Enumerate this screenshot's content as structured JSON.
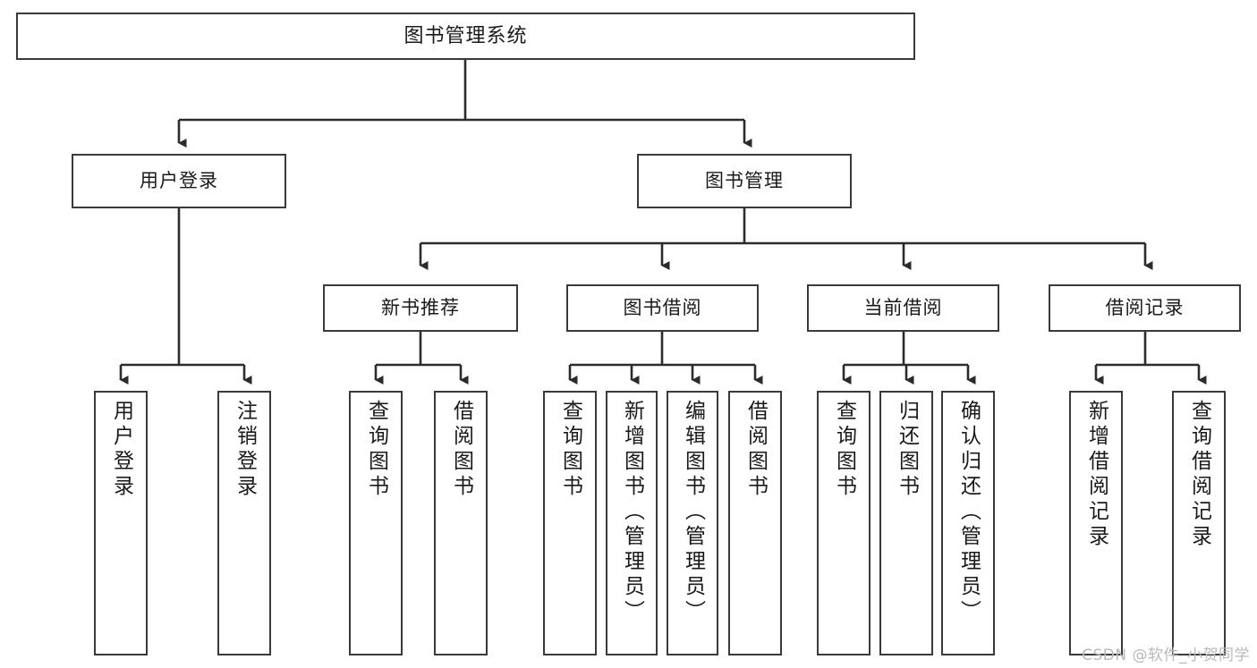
{
  "diagram": {
    "title": "图书管理系统",
    "type": "hierarchy-tree",
    "watermark": "CSDN @软件_小贺同学",
    "colors": {
      "box_border": "#3a3a3a",
      "box_fill": "#ffffff",
      "connector": "#2b2b2b",
      "text": "#1a1a1a",
      "watermark": "#b9b9b9"
    },
    "levels": {
      "level1": [
        {
          "id": "root",
          "label": "图书管理系统"
        }
      ],
      "level2": [
        {
          "id": "user-login",
          "label": "用户登录"
        },
        {
          "id": "book-management",
          "label": "图书管理"
        }
      ],
      "level3": [
        {
          "id": "new-book-recommend",
          "label": "新书推荐"
        },
        {
          "id": "book-borrow",
          "label": "图书借阅"
        },
        {
          "id": "current-borrow",
          "label": "当前借阅"
        },
        {
          "id": "borrow-record",
          "label": "借阅记录"
        }
      ],
      "level4": [
        {
          "id": "leaf-user-login",
          "label": "用户登录",
          "parent": "user-login"
        },
        {
          "id": "leaf-logout",
          "label": "注销登录",
          "parent": "user-login"
        },
        {
          "id": "leaf-query-book-1",
          "label": "查询图书",
          "parent": "new-book-recommend"
        },
        {
          "id": "leaf-borrow-book-1",
          "label": "借阅图书",
          "parent": "new-book-recommend"
        },
        {
          "id": "leaf-query-book-2",
          "label": "查询图书",
          "parent": "book-borrow"
        },
        {
          "id": "leaf-add-book",
          "label": "新增图书（管理员）",
          "parent": "book-borrow"
        },
        {
          "id": "leaf-edit-book",
          "label": "编辑图书（管理员）",
          "parent": "book-borrow"
        },
        {
          "id": "leaf-borrow-book-2",
          "label": "借阅图书",
          "parent": "book-borrow"
        },
        {
          "id": "leaf-query-book-3",
          "label": "查询图书",
          "parent": "current-borrow"
        },
        {
          "id": "leaf-return-book",
          "label": "归还图书",
          "parent": "current-borrow"
        },
        {
          "id": "leaf-confirm-return",
          "label": "确认归还（管理员）",
          "parent": "current-borrow"
        },
        {
          "id": "leaf-add-record",
          "label": "新增借阅记录",
          "parent": "borrow-record"
        },
        {
          "id": "leaf-query-record",
          "label": "查询借阅记录",
          "parent": "borrow-record"
        }
      ]
    }
  }
}
